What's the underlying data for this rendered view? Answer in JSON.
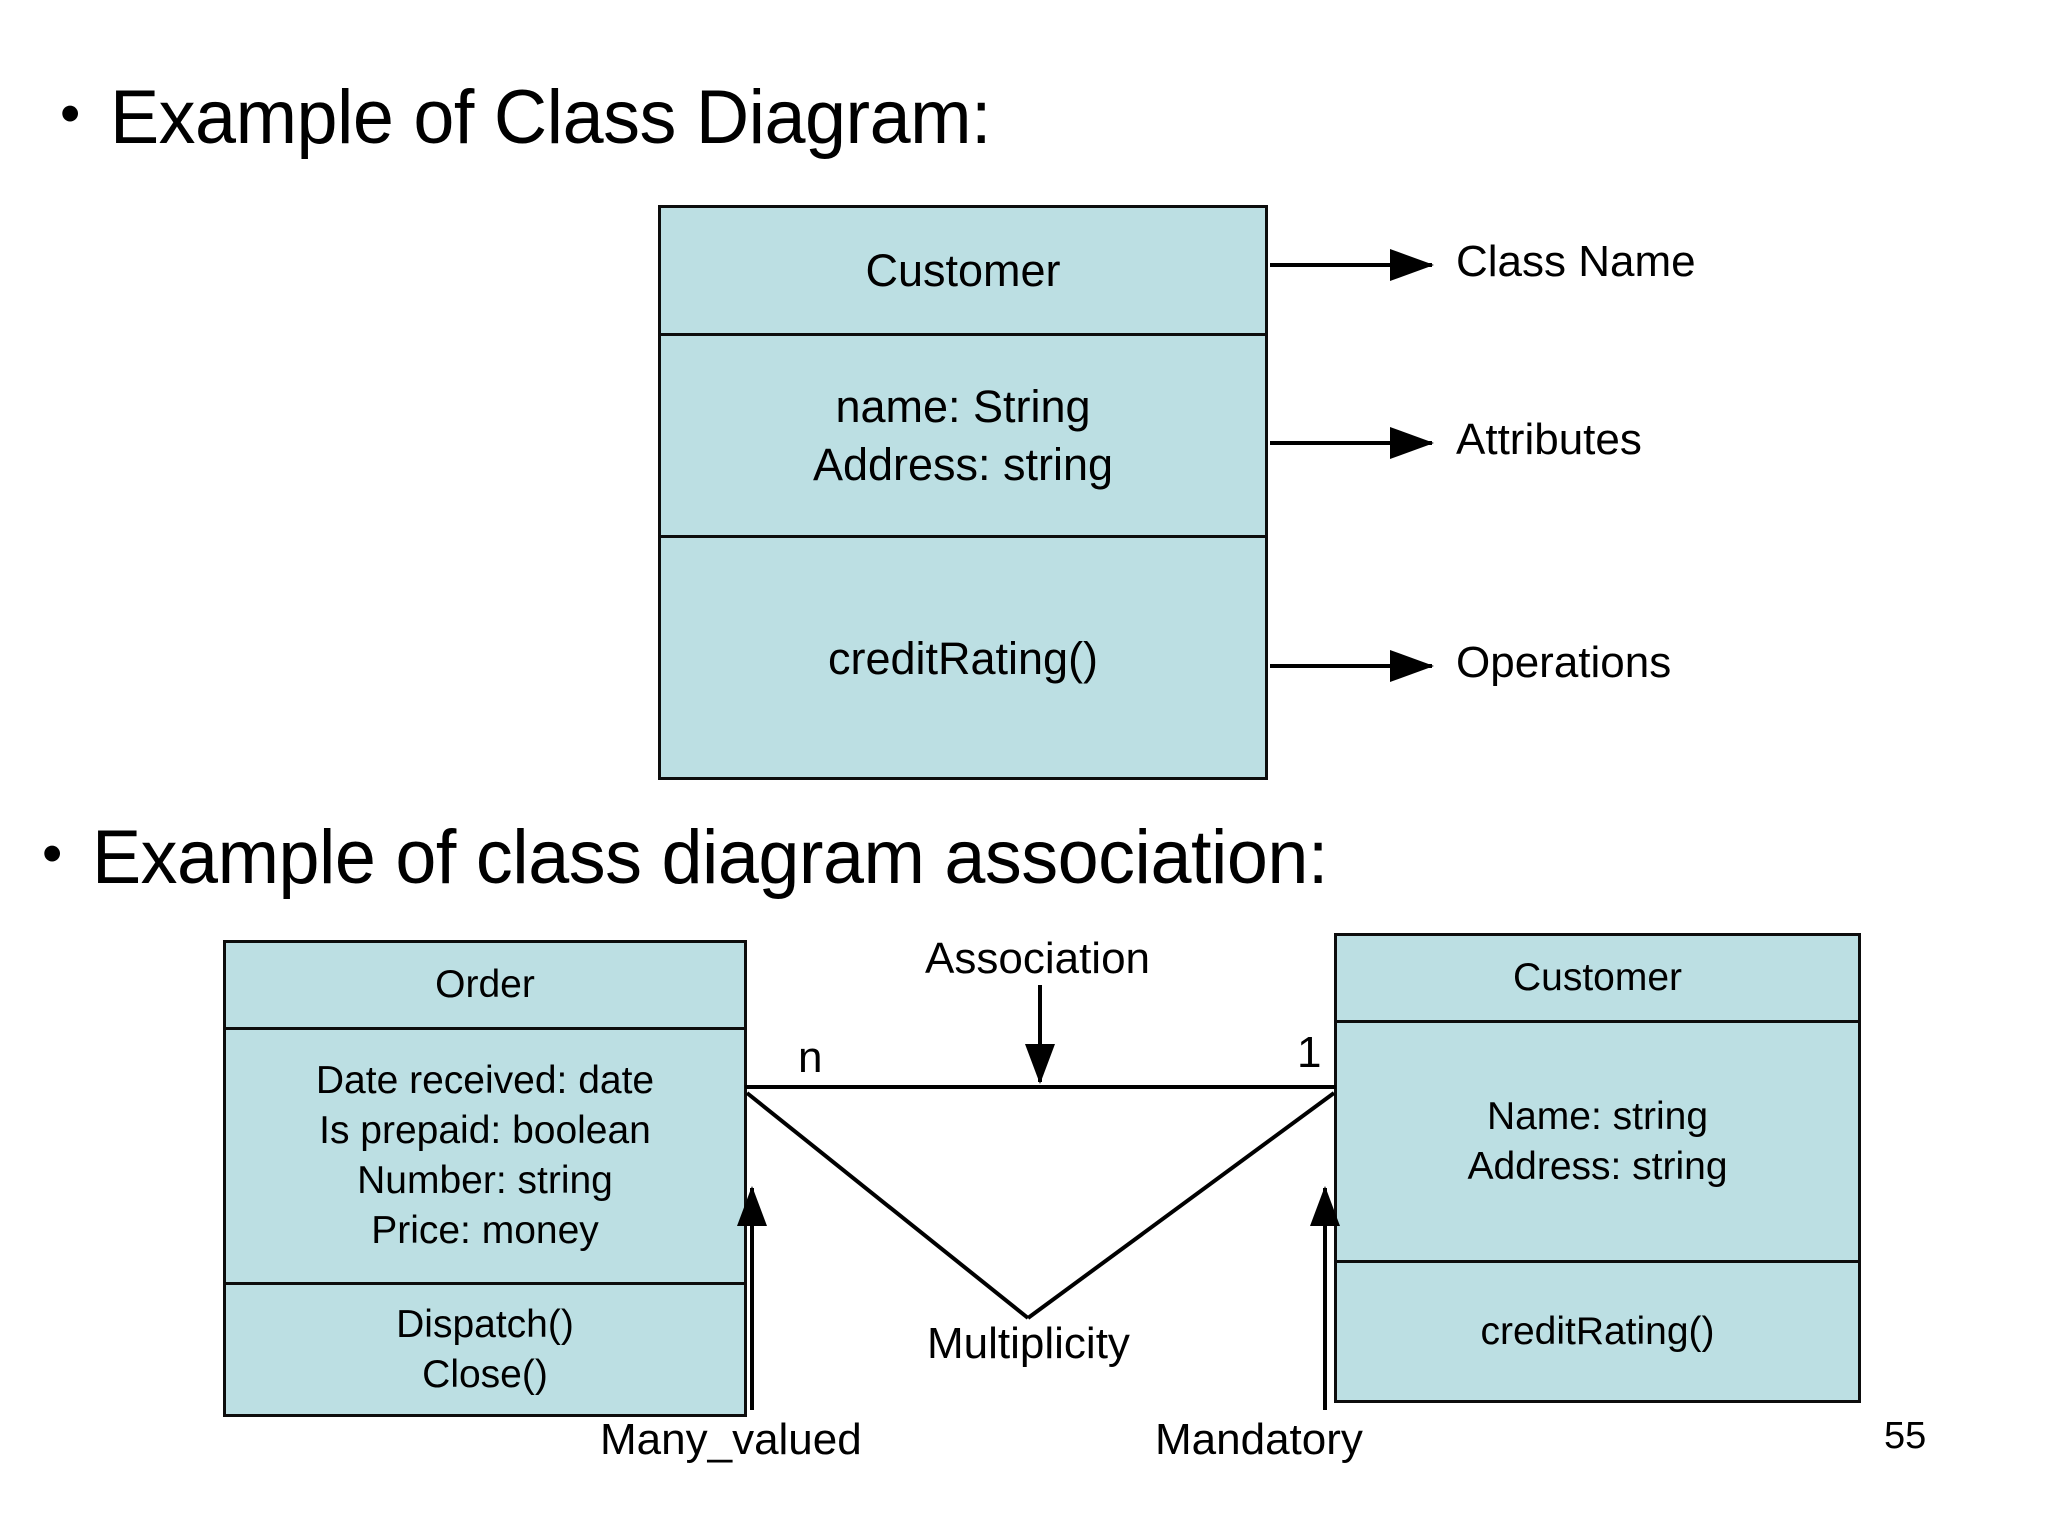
{
  "slide": {
    "page_number": "55",
    "background_color": "#ffffff",
    "box_fill_color": "#bcdfe3",
    "box_border_color": "#0d0d0d"
  },
  "headings": [
    {
      "bullet": "•",
      "text": "Example of Class Diagram:"
    },
    {
      "bullet": "•",
      "text": "Example of class diagram association:"
    }
  ],
  "class_diagram_1": {
    "class_box": {
      "name": "Customer",
      "attributes": [
        "name: String",
        "Address: string"
      ],
      "operations": [
        "creditRating()"
      ]
    },
    "callouts": [
      {
        "label": "Class Name",
        "points_to": "name-compartment"
      },
      {
        "label": "Attributes",
        "points_to": "attributes-compartment"
      },
      {
        "label": "Operations",
        "points_to": "operations-compartment"
      }
    ]
  },
  "class_diagram_2": {
    "left_class": {
      "name": "Order",
      "attributes": [
        "Date received: date",
        "Is prepaid: boolean",
        "Number: string",
        "Price: money"
      ],
      "operations": [
        "Dispatch()",
        "Close()"
      ]
    },
    "right_class": {
      "name": "Customer",
      "attributes": [
        "Name: string",
        "Address: string"
      ],
      "operations": [
        "creditRating()"
      ]
    },
    "association": {
      "label": "Association",
      "left_multiplicity": "n",
      "right_multiplicity": "1",
      "multiplicity_label": "Multiplicity"
    },
    "annotations": [
      {
        "label": "Many_valued",
        "target": "left-class"
      },
      {
        "label": "Mandatory",
        "target": "right-class"
      }
    ]
  }
}
